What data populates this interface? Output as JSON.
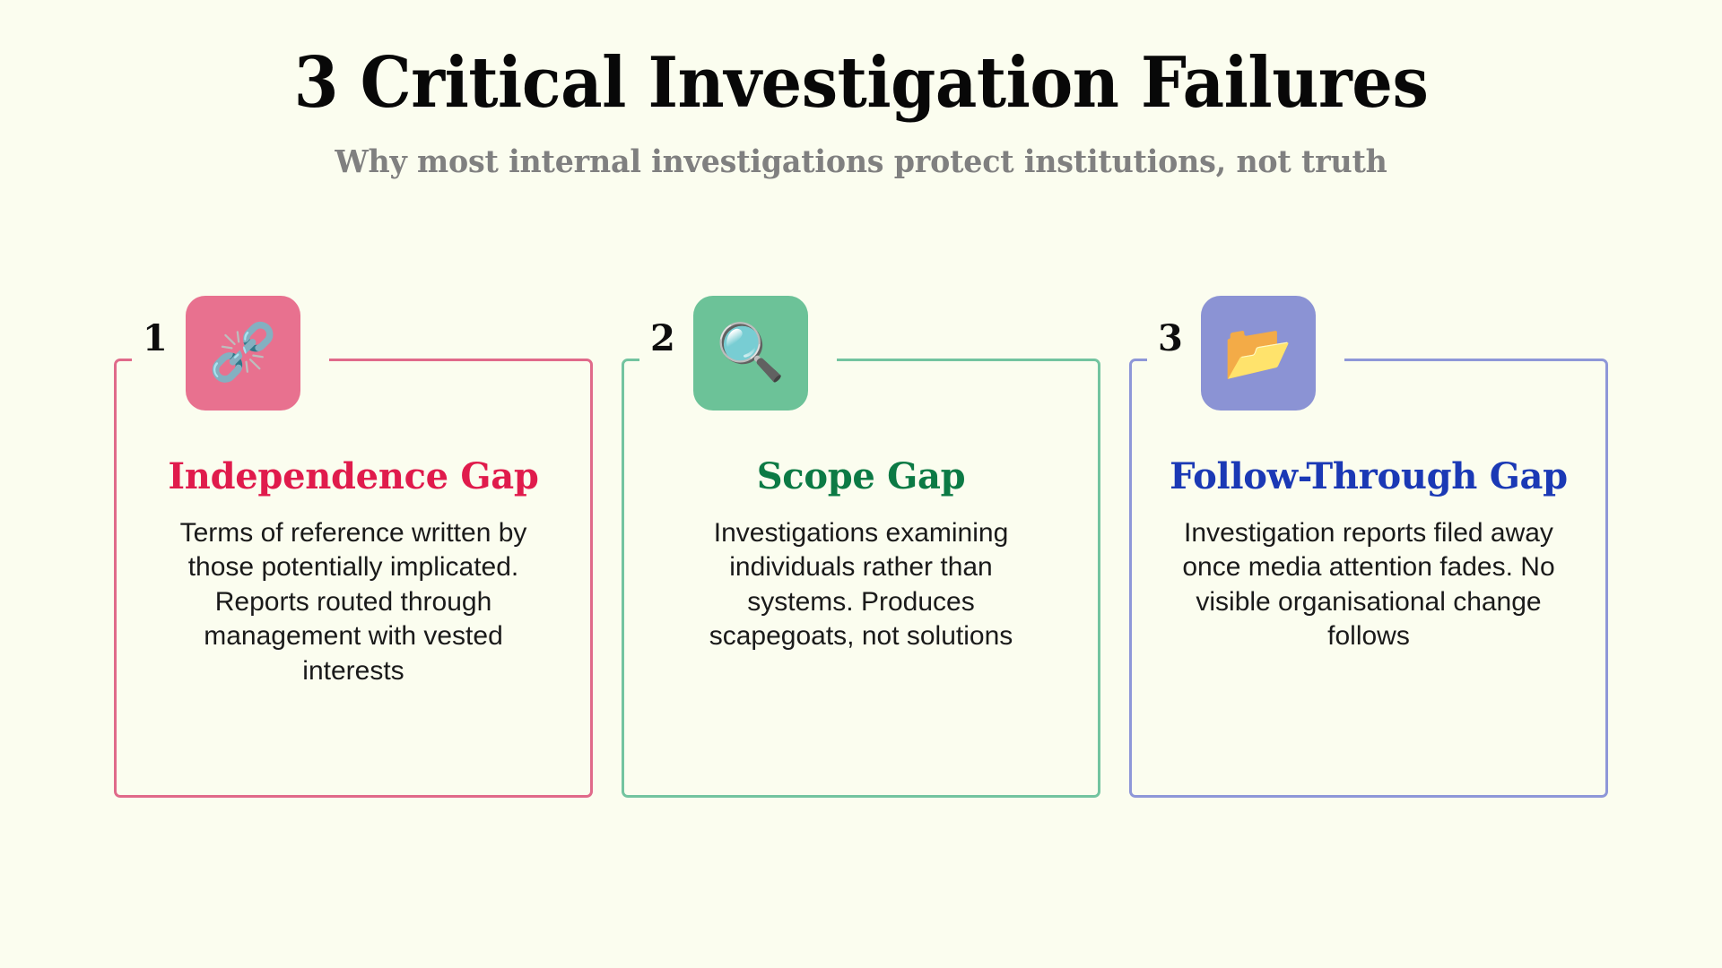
{
  "header": {
    "title": "3 Critical Investigation Failures",
    "subtitle": "Why most internal investigations protect institutions, not truth"
  },
  "theme": {
    "background": "#fbfdef",
    "title_color": "#080808",
    "subtitle_color": "#808080",
    "body_text_color": "#1a1a1a"
  },
  "cards": [
    {
      "number": "1",
      "icon": "broken-chain-icon",
      "icon_glyph": "⛓️‍💥",
      "tile_color": "#e8718f",
      "border_color": "#e06a8a",
      "title": "Independence Gap",
      "title_color": "#e01b4c",
      "text": "Terms of reference written by those potentially implicated. Reports routed through management with vested interests"
    },
    {
      "number": "2",
      "icon": "magnifying-glass-icon",
      "icon_glyph": "🔍",
      "tile_color": "#6cc298",
      "border_color": "#73c4a0",
      "title": "Scope Gap",
      "title_color": "#0c7a45",
      "text": "Investigations examining individuals rather than systems. Produces scapegoats, not solutions"
    },
    {
      "number": "3",
      "icon": "open-folder-icon",
      "icon_glyph": "📂",
      "tile_color": "#8b93d4",
      "border_color": "#8e97d8",
      "title": "Follow-Through Gap",
      "title_color": "#1b39b5",
      "text": "Investigation reports filed away once media attention fades. No visible organisational change follows"
    }
  ]
}
